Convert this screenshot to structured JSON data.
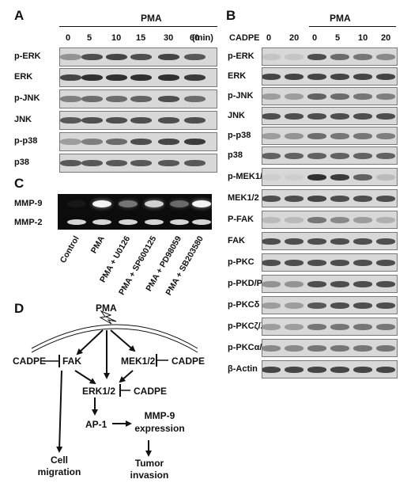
{
  "panel_a": {
    "letter": "A",
    "treatment": "PMA",
    "time_points": [
      "0",
      "5",
      "10",
      "15",
      "30",
      "60"
    ],
    "time_unit": "(min)",
    "rows": [
      "p-ERK",
      "ERK",
      "p-JNK",
      "JNK",
      "p-p38",
      "p38"
    ]
  },
  "panel_b": {
    "letter": "B",
    "treatment": "PMA",
    "cadpe_label": "CADPE",
    "cadpe_values": [
      "0",
      "20",
      "0",
      "5",
      "10",
      "20"
    ],
    "rows": [
      "p-ERK",
      "ERK",
      "p-JNK",
      "JNK",
      "p-p38",
      "p38",
      "p-MEK1/2",
      "MEK1/2",
      "P-FAK",
      "FAK",
      "p-PKC",
      "p-PKD/PKCμ",
      "p-PKCδ",
      "p-PKCζ/λ",
      "p-PKCα/βII",
      "β-Actin"
    ]
  },
  "panel_c": {
    "letter": "C",
    "rows": [
      "MMP-9",
      "MMP-2"
    ],
    "lanes": [
      "Control",
      "PMA",
      "PMA + U0126",
      "PMA + SP600125",
      "PMA + PD98059",
      "PMA + SB203580"
    ]
  },
  "panel_d": {
    "letter": "D",
    "nodes": {
      "pma": "PMA",
      "cadpe_left": "CADPE",
      "fak": "FAK",
      "mek": "MEK1/2",
      "cadpe_right": "CADPE",
      "erk": "ERK1/2",
      "cadpe_erk": "CADPE",
      "ap1": "AP-1",
      "mmp9": "MMP-9",
      "expression": "expression",
      "cell": "Cell",
      "migration": "migration",
      "tumor": "Tumor",
      "invasion": "invasion"
    }
  }
}
